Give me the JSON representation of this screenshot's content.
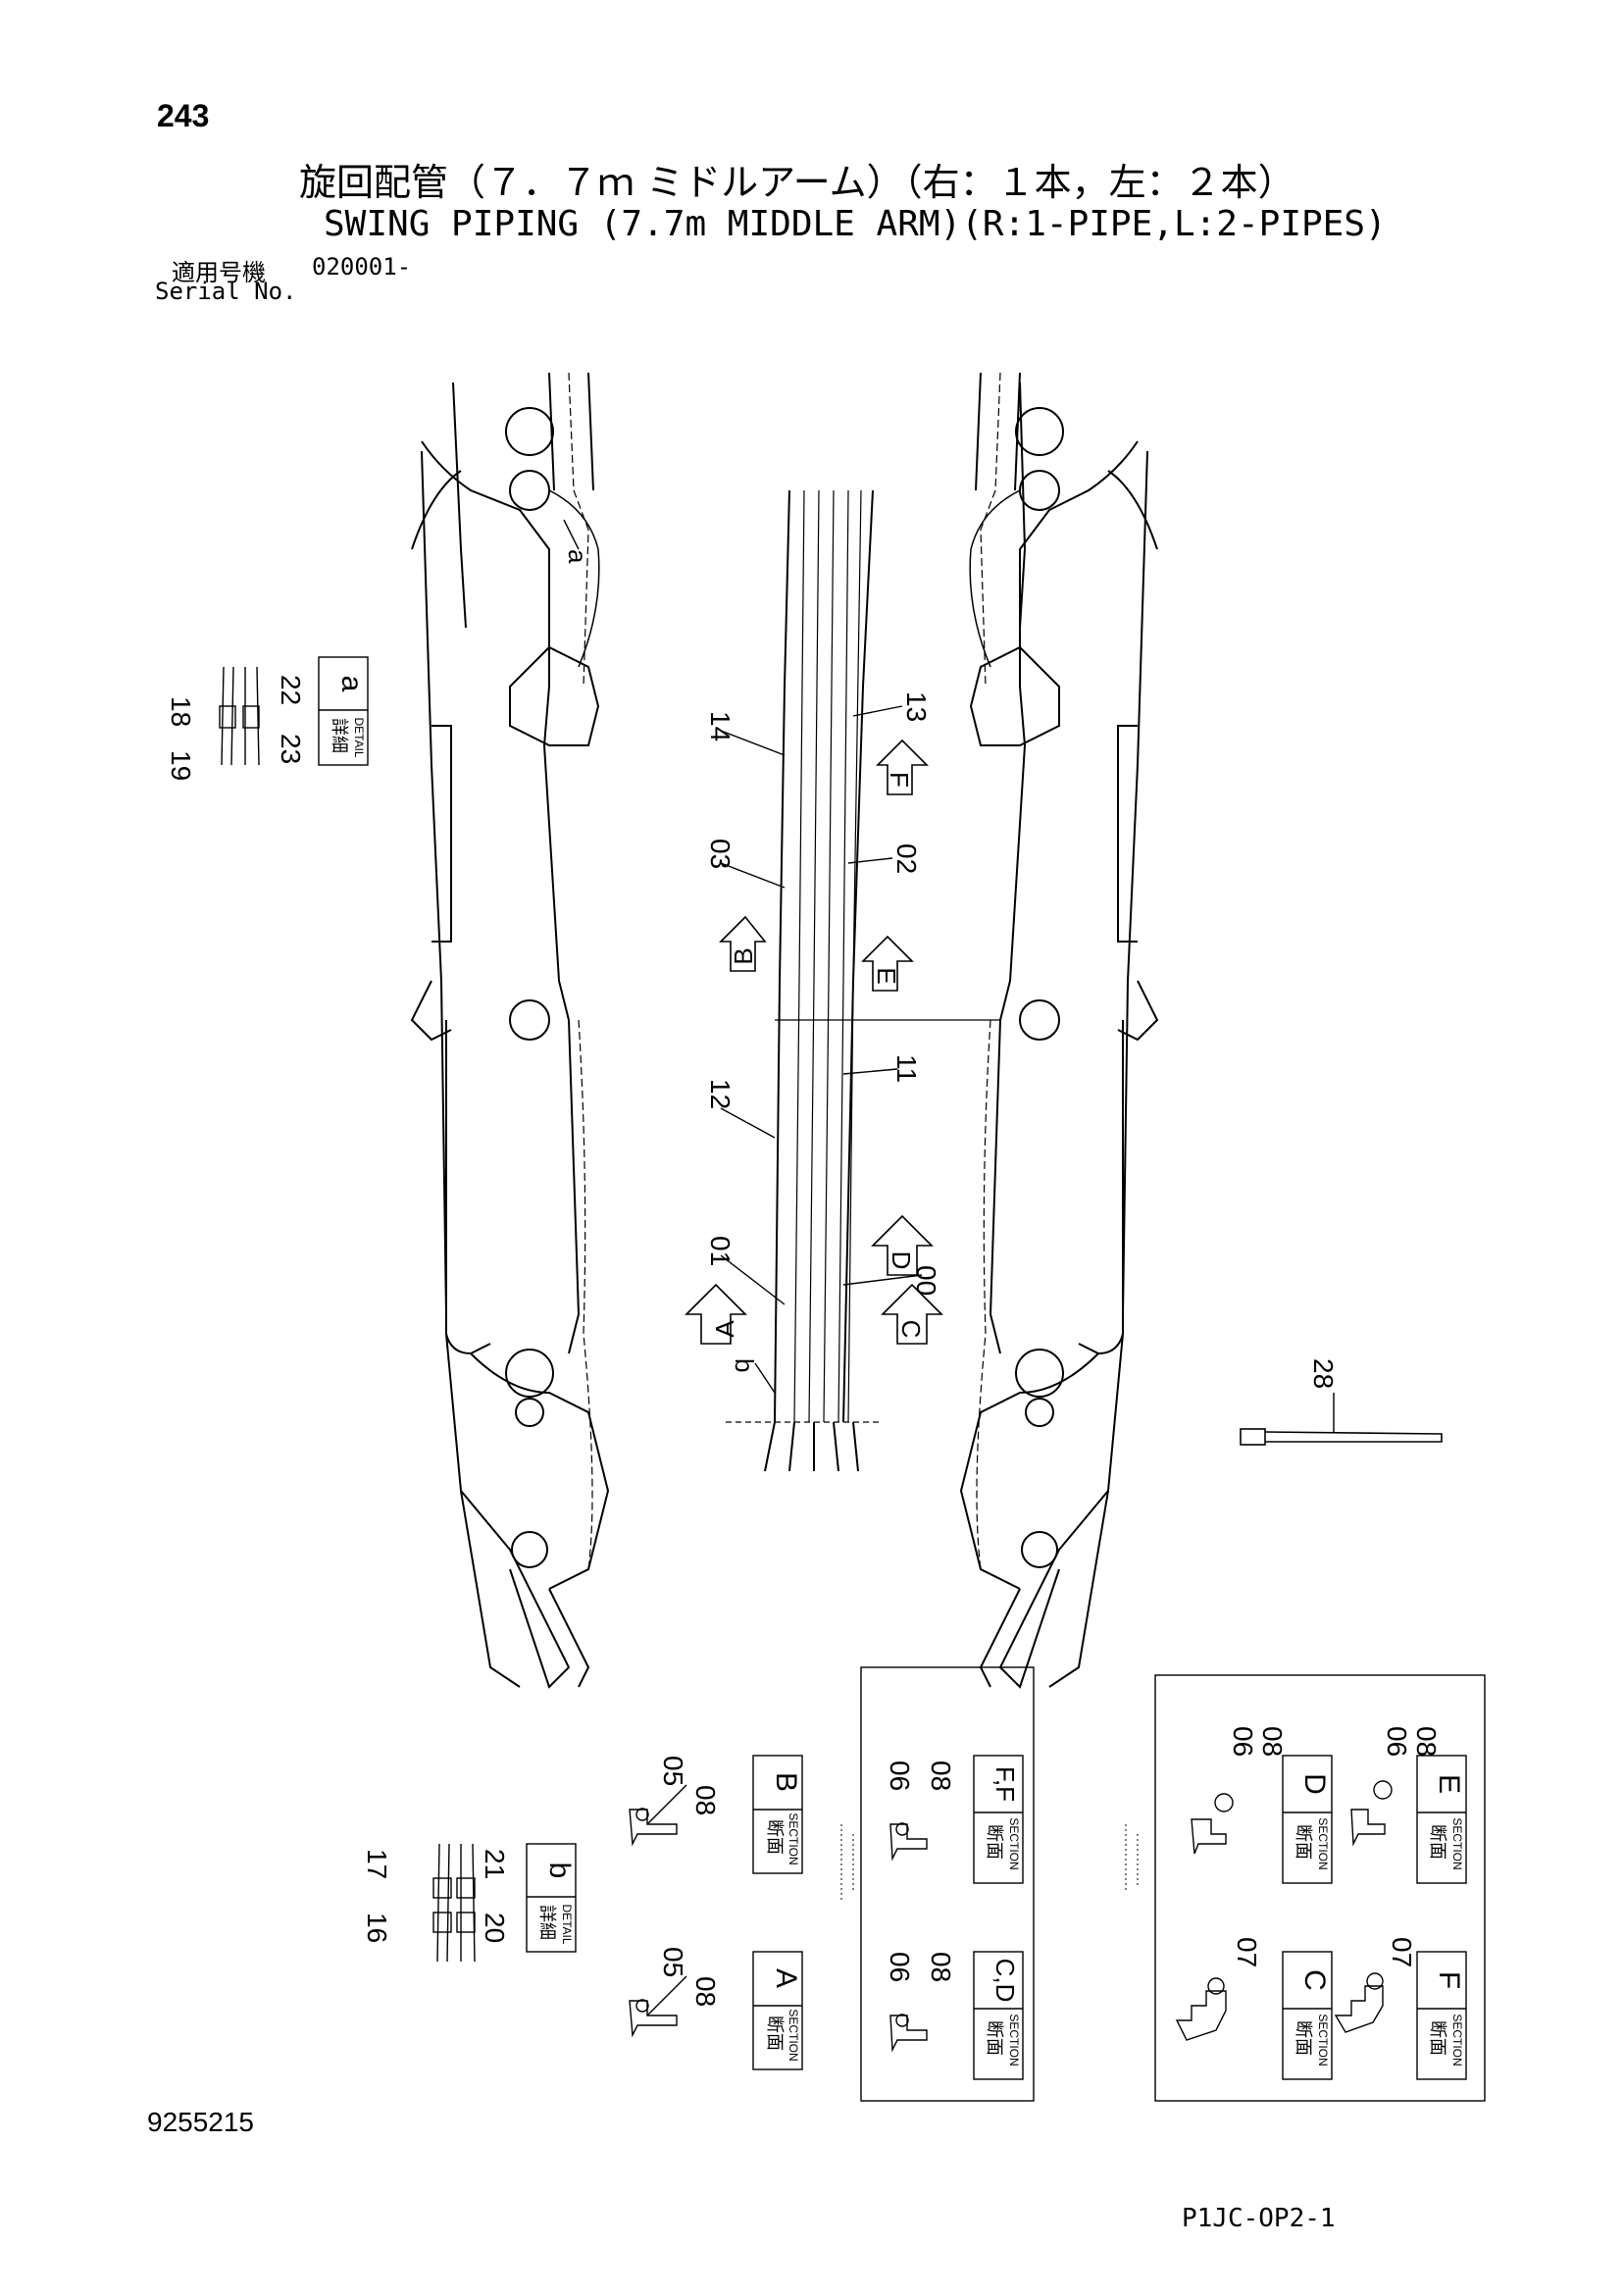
{
  "page": {
    "number": "243",
    "title_jp": "旋回配管（７．７ｍ ミドルアーム）（右：１本，左：２本）",
    "title_en": "SWING PIPING (7.7m MIDDLE ARM)(R:1-PIPE,L:2-PIPES)",
    "serial_label_jp": "適用号機",
    "serial_label_en": "Serial No.",
    "serial_value": "020001-",
    "doc_number": "9255215",
    "page_code": "P1JC-OP2-1"
  },
  "part_numbers": [
    "00",
    "01",
    "02",
    "03",
    "11",
    "12",
    "13",
    "14",
    "28",
    "05",
    "06",
    "07",
    "08",
    "16",
    "17",
    "18",
    "19",
    "20",
    "21",
    "22",
    "23"
  ],
  "section_markers": [
    "A",
    "B",
    "C",
    "D",
    "E",
    "F"
  ],
  "detail_markers": [
    "a",
    "b"
  ],
  "detail_boxes": [
    {
      "letter": "a",
      "jp": "詳細",
      "label": "DETAIL",
      "parts": [
        "18",
        "19",
        "22",
        "23"
      ]
    },
    {
      "letter": "b",
      "jp": "詳細",
      "label": "DETAIL",
      "parts": [
        "16",
        "17",
        "20",
        "21"
      ]
    }
  ],
  "section_boxes": [
    {
      "letter": "B",
      "jp": "断面",
      "label": "SECTION",
      "parts": [
        "05",
        "08"
      ]
    },
    {
      "letter": "A",
      "jp": "断面",
      "label": "SECTION",
      "parts": [
        "05",
        "08"
      ]
    },
    {
      "letter": "F,F",
      "jp": "断面",
      "label": "SECTION",
      "parts": [
        "06",
        "08"
      ]
    },
    {
      "letter": "C,D",
      "jp": "断面",
      "label": "SECTION",
      "parts": [
        "06",
        "08"
      ]
    },
    {
      "letter": "D",
      "jp": "断面",
      "label": "SECTION",
      "parts": [
        "06",
        "08"
      ]
    },
    {
      "letter": "E",
      "jp": "断面",
      "label": "SECTION",
      "parts": [
        "06",
        "08"
      ]
    },
    {
      "letter": "C",
      "jp": "断面",
      "label": "SECTION",
      "parts": [
        "07"
      ]
    },
    {
      "letter": "F",
      "jp": "断面",
      "label": "SECTION",
      "parts": [
        "07"
      ]
    }
  ],
  "colors": {
    "line": "#000000",
    "background": "#ffffff"
  }
}
